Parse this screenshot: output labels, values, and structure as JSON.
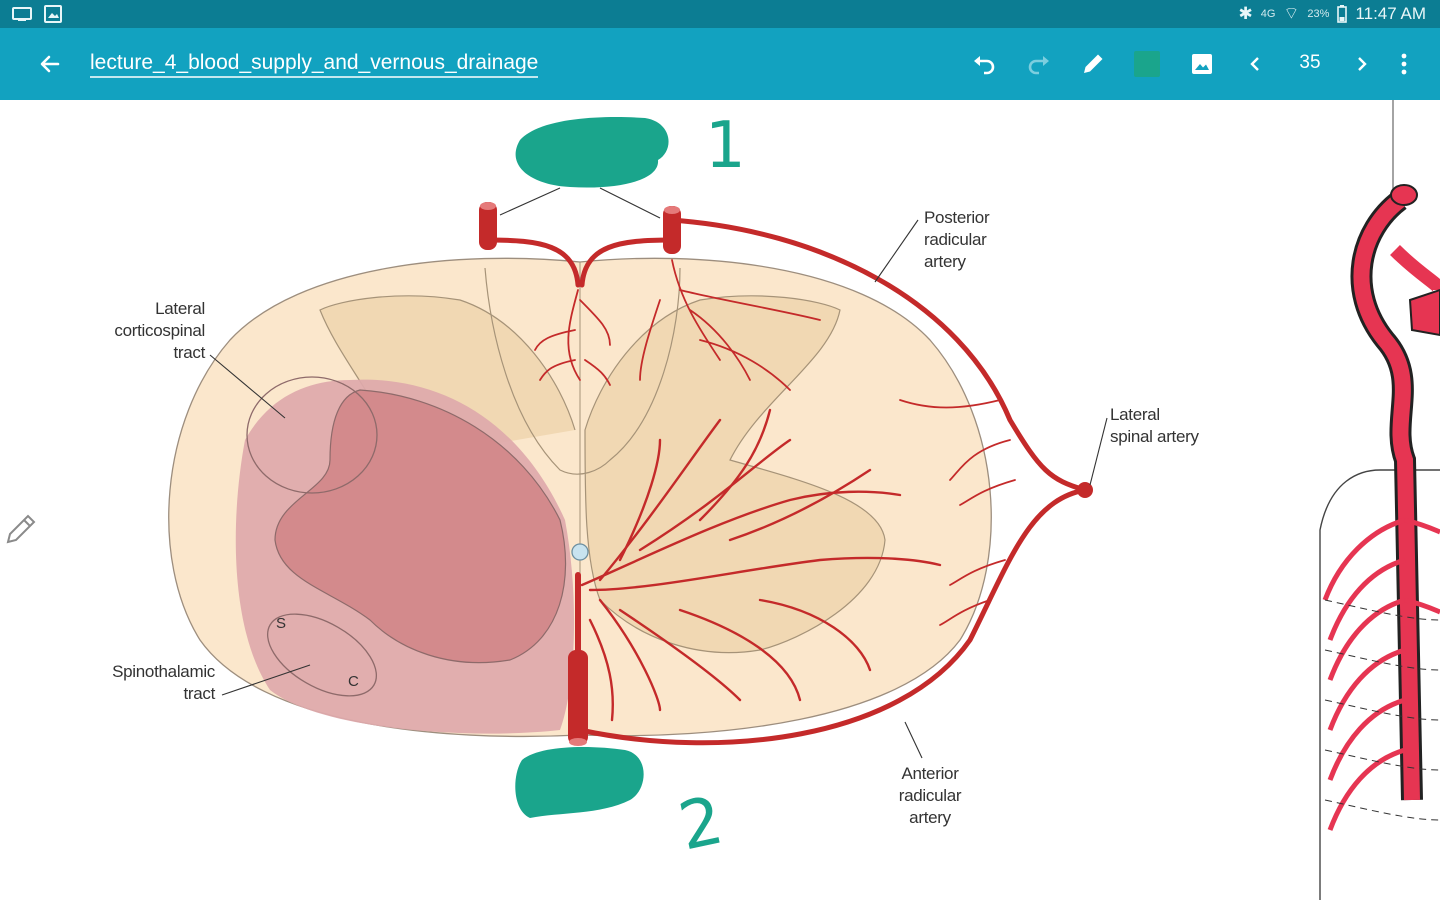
{
  "status_bar": {
    "battery": "23%",
    "time": "11:47 AM",
    "signal": "4G"
  },
  "toolbar": {
    "title": "lecture_4_blood_supply_and_vernous_drainage",
    "page": "35",
    "pen_color": "#1aa58c"
  },
  "diagram": {
    "labels": {
      "lateral_corticospinal": [
        "Lateral",
        "corticospinal",
        "tract"
      ],
      "spinothalamic": [
        "Spinothalamic",
        "tract"
      ],
      "posterior_radicular": [
        "Posterior",
        "radicular",
        "artery"
      ],
      "lateral_spinal": [
        "Lateral",
        "spinal artery"
      ],
      "anterior_radicular": [
        "Anterior",
        "radicular",
        "artery"
      ],
      "tract_s": "S",
      "tract_c": "C"
    },
    "annotations": {
      "num_top": "1",
      "num_bottom": "2"
    }
  },
  "colors": {
    "statusbar": "#0c7d93",
    "toolbar": "#12a2c0",
    "artery": "#c42a2a",
    "cord": "#fbe7cc",
    "grey_matter": "#f3dcbc",
    "lesion_light": "#dea9ab",
    "lesion_dark": "#d38a8c",
    "marker": "#1aa58c"
  }
}
